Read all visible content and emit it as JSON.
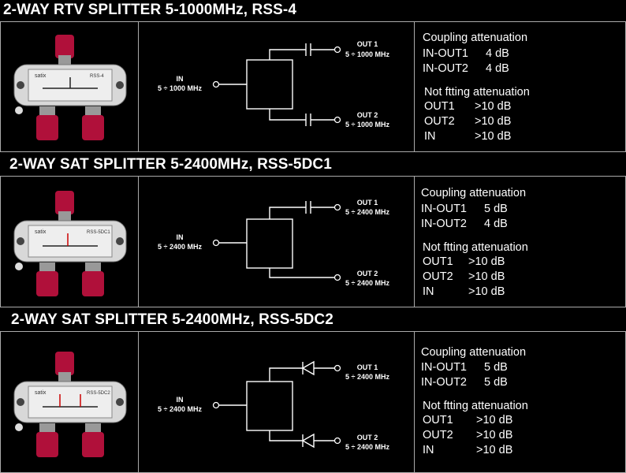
{
  "sections": [
    {
      "title": "2-WAY RTV SPLITTER 5-1000MHz, RSS-4",
      "photo": {
        "brand": "satix",
        "model": "RSS-4"
      },
      "diagram": {
        "in_label": "IN",
        "in_freq": "5 ÷ 1000 MHz",
        "out1_label": "OUT 1",
        "out1_freq": "5 ÷ 1000 MHz",
        "out1_element": "capacitor",
        "out2_label": "OUT 2",
        "out2_freq": "5 ÷ 1000 MHz",
        "out2_element": "capacitor"
      },
      "coupling_title": "Coupling attenuation",
      "coupling": [
        {
          "name": "IN-OUT1",
          "value": "4 dB"
        },
        {
          "name": "IN-OUT2",
          "value": "4 dB"
        }
      ],
      "notfit_title": "Not ftting attenuation",
      "notfit": [
        {
          "name": "OUT1",
          "value": ">10 dB"
        },
        {
          "name": "OUT2",
          "value": ">10 dB"
        },
        {
          "name": "IN",
          "value": ">10 dB"
        }
      ]
    },
    {
      "title": "2-WAY SAT SPLITTER 5-2400MHz, RSS-5DC1",
      "photo": {
        "brand": "satix",
        "model": "RSS-5DC1"
      },
      "diagram": {
        "in_label": "IN",
        "in_freq": "5 ÷ 2400 MHz",
        "out1_label": "OUT 1",
        "out1_freq": "5 ÷ 2400 MHz",
        "out1_element": "capacitor",
        "out2_label": "OUT 2",
        "out2_freq": "5 ÷ 2400 MHz",
        "out2_element": "none"
      },
      "coupling_title": "Coupling attenuation",
      "coupling": [
        {
          "name": "IN-OUT1",
          "value": "5 dB"
        },
        {
          "name": "IN-OUT2",
          "value": "4 dB"
        }
      ],
      "notfit_title": "Not ftting attenuation",
      "notfit": [
        {
          "name": "OUT1",
          "value": ">10 dB"
        },
        {
          "name": "OUT2",
          "value": ">10 dB"
        },
        {
          "name": "IN",
          "value": ">10 dB"
        }
      ]
    },
    {
      "title": "2-WAY SAT SPLITTER 5-2400MHz, RSS-5DC2",
      "photo": {
        "brand": "satix",
        "model": "RSS-5DC2"
      },
      "diagram": {
        "in_label": "IN",
        "in_freq": "5 ÷ 2400 MHz",
        "out1_label": "OUT 1",
        "out1_freq": "5 ÷ 2400 MHz",
        "out1_element": "diode",
        "out2_label": "OUT 2",
        "out2_freq": "5 ÷ 2400 MHz",
        "out2_element": "diode"
      },
      "coupling_title": "Coupling attenuation",
      "coupling": [
        {
          "name": "IN-OUT1",
          "value": "5 dB"
        },
        {
          "name": "IN-OUT2",
          "value": "5 dB"
        }
      ],
      "notfit_title": "Not ftting attenuation",
      "notfit": [
        {
          "name": "OUT1",
          "value": ">10 dB"
        },
        {
          "name": "OUT2",
          "value": ">10 dB"
        },
        {
          "name": "IN",
          "value": ">10 dB"
        }
      ]
    }
  ],
  "colors": {
    "background": "#000000",
    "text": "#ffffff",
    "connector_red": "#b0103a",
    "splitter_body": "#d8d8d8"
  }
}
